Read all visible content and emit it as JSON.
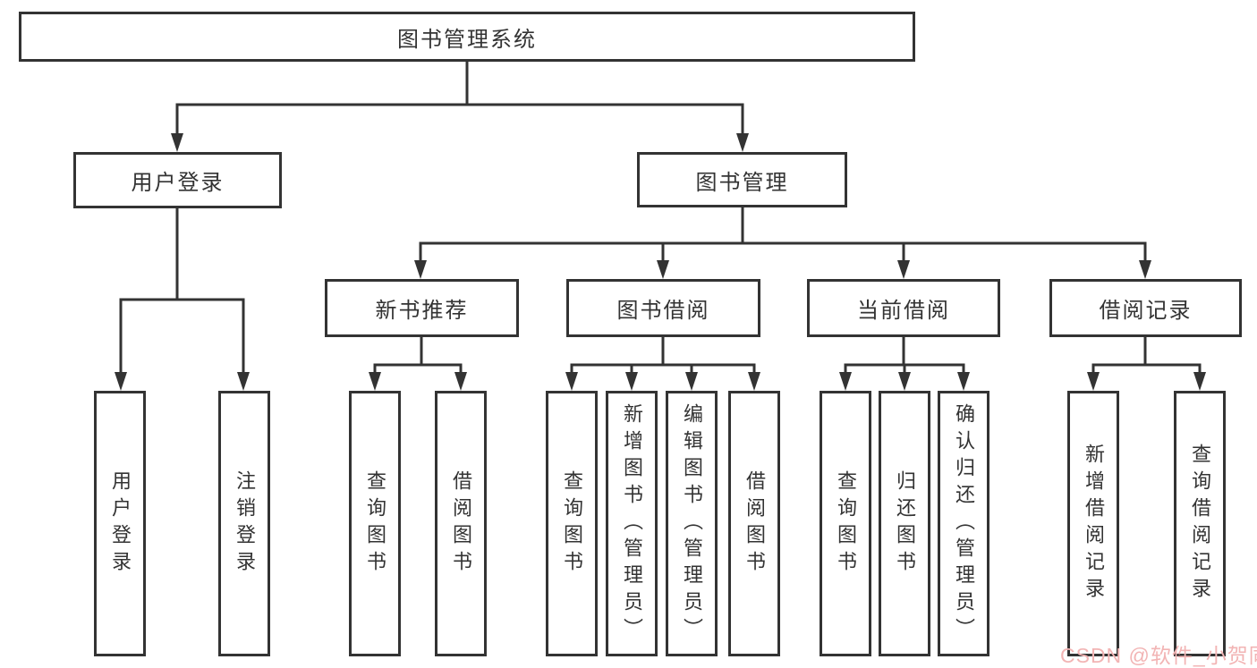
{
  "diagram": {
    "title": "图书管理系统",
    "type": "hierarchy-tree"
  },
  "nodes": {
    "root": "图书管理系统",
    "user_login": "用户登录",
    "book_management": "图书管理",
    "new_book_recommend": "新书推荐",
    "book_borrow": "图书借阅",
    "current_borrow": "当前借阅",
    "borrow_records": "借阅记录",
    "leaf_user_login": "用户登录",
    "leaf_logout": "注销登录",
    "leaf_query_book_a": "查询图书",
    "leaf_borrow_book_a": "借阅图书",
    "leaf_query_book_b": "查询图书",
    "leaf_add_book": "新增图书（管理员）",
    "leaf_edit_book": "编辑图书（管理员）",
    "leaf_borrow_book_b": "借阅图书",
    "leaf_query_book_c": "查询图书",
    "leaf_return_book": "归还图书",
    "leaf_confirm_return": "确认归还（管理员）",
    "leaf_add_borrow_record": "新增借阅记录",
    "leaf_query_borrow_record": "查询借阅记录"
  },
  "edges": {
    "root_children": [
      "用户登录",
      "图书管理"
    ],
    "user_login_children": [
      "用户登录",
      "注销登录"
    ],
    "book_management_children": [
      "新书推荐",
      "图书借阅",
      "当前借阅",
      "借阅记录"
    ],
    "new_book_recommend_children": [
      "查询图书",
      "借阅图书"
    ],
    "book_borrow_children": [
      "查询图书",
      "新增图书（管理员）",
      "编辑图书（管理员）",
      "借阅图书"
    ],
    "current_borrow_children": [
      "查询图书",
      "归还图书",
      "确认归还（管理员）"
    ],
    "borrow_records_children": [
      "新增借阅记录",
      "查询借阅记录"
    ]
  },
  "watermark": {
    "text": "CSDN @软件_小贺同学",
    "color": "#f2b4b4"
  },
  "colors": {
    "line": "#333333",
    "text": "#333333",
    "box_border": "#333333",
    "background": "#ffffff"
  }
}
